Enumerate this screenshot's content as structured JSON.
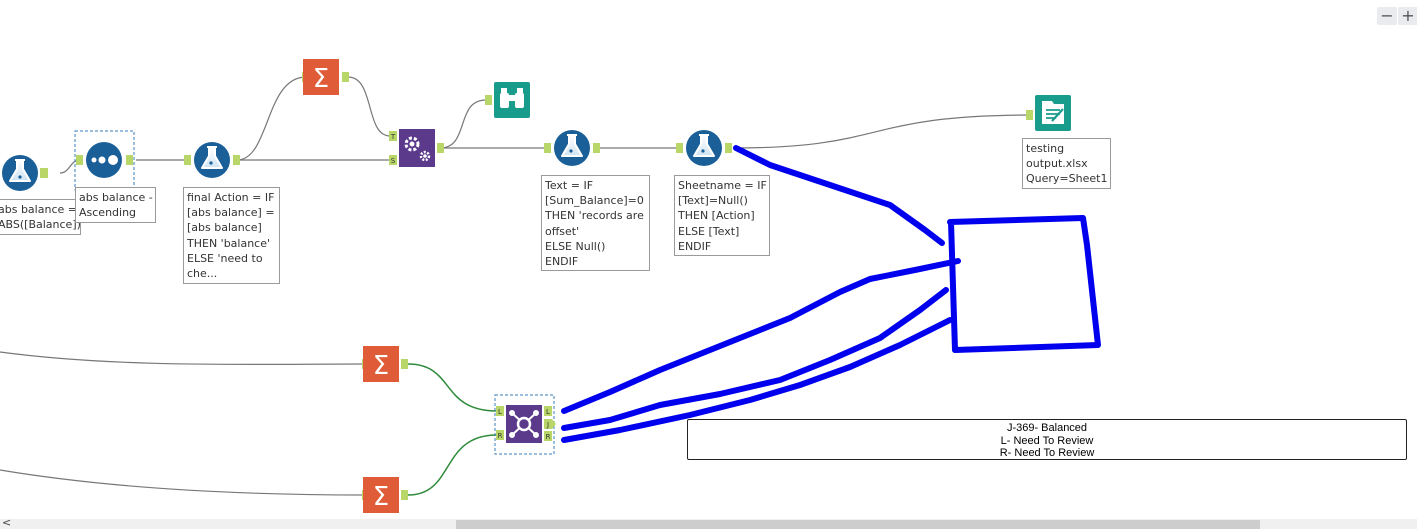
{
  "zoom": {
    "minus_label": "−",
    "plus_label": "+"
  },
  "annotations": {
    "abs_balance": "abs balance =\nABS([Balance])",
    "sort": "abs balance -\nAscending",
    "final_action": "final Action = IF\n[abs balance] =\n[abs balance]\nTHEN 'balance'\nELSE 'need to\nche...",
    "text_formula": "Text = IF\n[Sum_Balance]=0\nTHEN 'records are\noffset'\nELSE Null()\nENDIF",
    "sheetname_formula": "Sheetname = IF\n[Text]=Null()\nTHEN [Action]\nELSE [Text]\nENDIF",
    "output": "testing\noutput.xlsx\nQuery=Sheet1"
  },
  "comment_lines": [
    "J-369- Balanced",
    "L- Need To Review",
    "R- Need To Review"
  ],
  "anchor_labels": {
    "T": "T",
    "S": "S",
    "L": "L",
    "R": "R",
    "J": "J"
  },
  "scroll": {
    "left_arrow": "<"
  },
  "colors": {
    "formula": "#1a5f97",
    "summarize": "#e05c38",
    "multiformula": "#5b3a8c",
    "join": "#5b3a8c",
    "browse": "#1a9c8c",
    "output": "#1a9c8c",
    "anchor": "#b9d769",
    "connection": "#777777",
    "connection_green": "#2e8b3a",
    "drawing": "#0000ee"
  },
  "icons": [
    "formula-icon",
    "sort-icon",
    "summarize-icon",
    "multi-field-icon",
    "browse-icon",
    "output-icon",
    "join-icon"
  ]
}
